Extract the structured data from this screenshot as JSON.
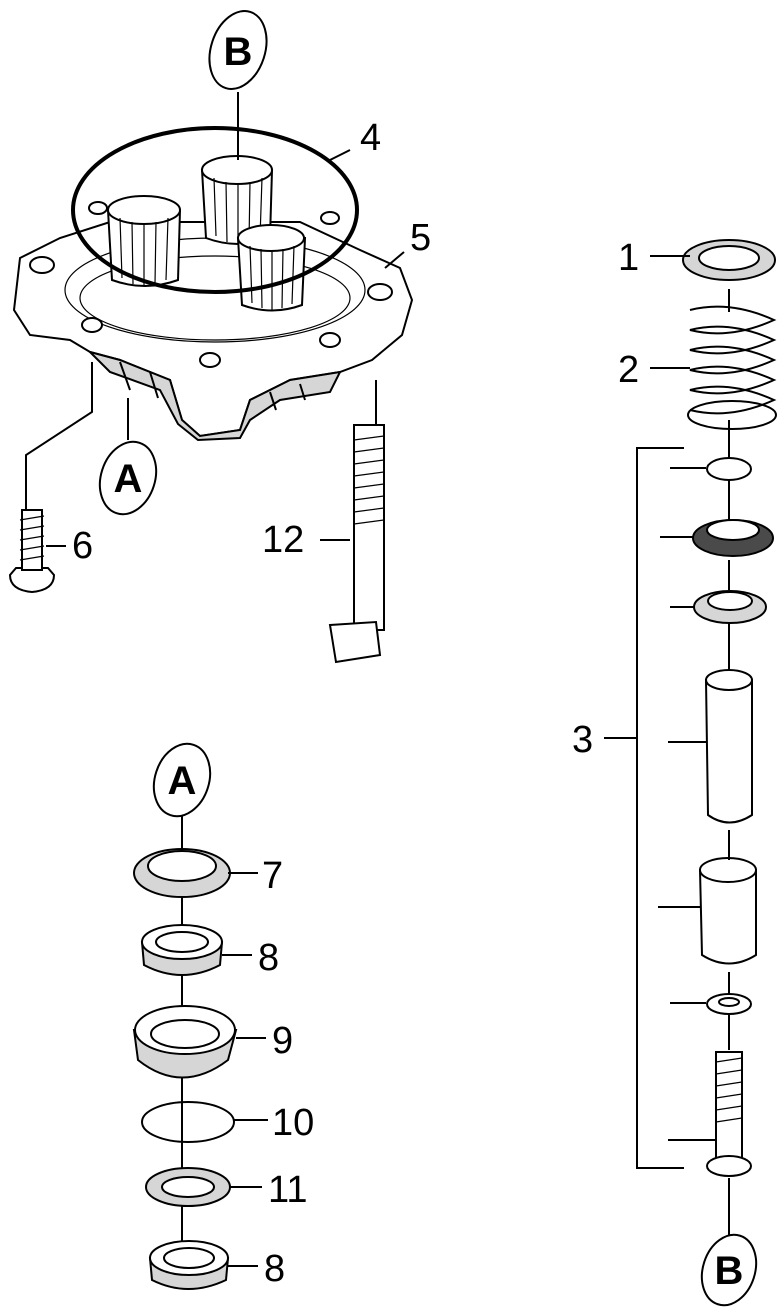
{
  "callouts": {
    "c1": "1",
    "c2": "2",
    "c3": "3",
    "c4": "4",
    "c5": "5",
    "c6": "6",
    "c7": "7",
    "c8a": "8",
    "c9": "9",
    "c10": "10",
    "c11": "11",
    "c8b": "8",
    "c12": "12"
  },
  "refs": {
    "a_top": "A",
    "a_bottom": "A",
    "b_top": "B",
    "b_bottom": "B"
  }
}
